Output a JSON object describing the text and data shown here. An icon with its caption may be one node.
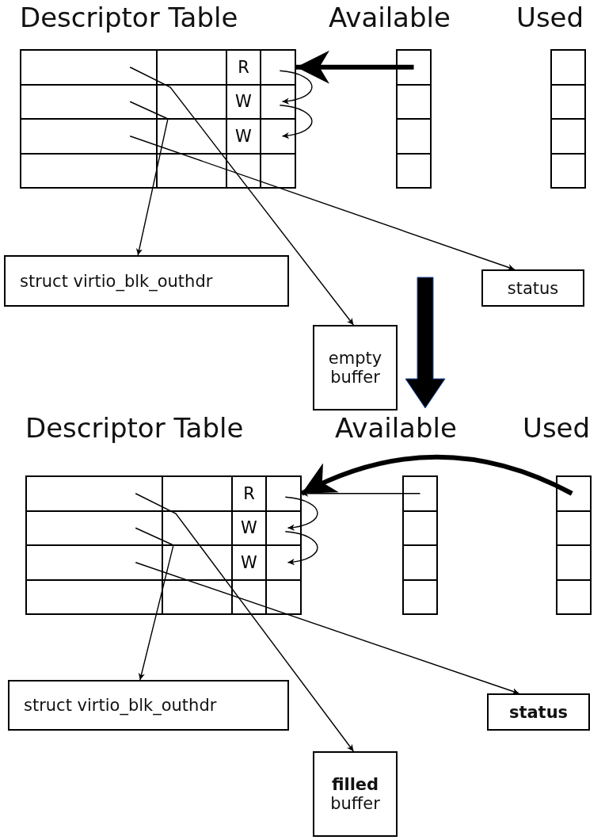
{
  "diagram": {
    "nodes": [
      {
        "text": [
          "Descriptor Table"
        ]
      },
      {
        "text": [],
        "shape": "box",
        "in": 0
      },
      {
        "text": [
          "R"
        ],
        "in": 0
      },
      {
        "text": [],
        "shape": "box",
        "in": 0
      },
      {
        "text": [],
        "shape": "box",
        "in": 0
      },
      {
        "text": [
          "W"
        ],
        "in": 0
      },
      {
        "text": [],
        "shape": "box",
        "in": 0
      },
      {
        "text": [],
        "shape": "box",
        "in": 0
      },
      {
        "text": [
          "W"
        ],
        "in": 0
      },
      {
        "text": [],
        "shape": "box",
        "in": 0
      },
      {
        "text": [
          "Available"
        ]
      },
      {
        "text": [],
        "shape": "box",
        "in": 10
      },
      {
        "text": [
          "Used"
        ]
      },
      {
        "text": [
          "struct virtio_blk_outhdr"
        ]
      },
      {
        "text": [
          "status"
        ]
      },
      {
        "text": [
          "empty buffer"
        ]
      },
      {
        "text": [
          "Descriptor Table"
        ]
      },
      {
        "text": [],
        "shape": "box",
        "in": 16
      },
      {
        "text": [
          "R"
        ],
        "in": 16
      },
      {
        "text": [],
        "shape": "box",
        "in": 16
      },
      {
        "text": [],
        "shape": "box",
        "in": 16
      },
      {
        "text": [
          "W"
        ],
        "in": 16
      },
      {
        "text": [],
        "shape": "box",
        "in": 16
      },
      {
        "text": [],
        "shape": "box",
        "in": 16
      },
      {
        "text": [
          "W"
        ],
        "in": 16
      },
      {
        "text": [],
        "shape": "box",
        "in": 16
      },
      {
        "text": [
          "Available"
        ]
      },
      {
        "text": [],
        "shape": "box",
        "in": 26
      },
      {
        "text": [
          "Used"
        ]
      },
      {
        "text": [],
        "shape": "box",
        "in": 28
      },
      {
        "text": [
          "struct virtio_blk_outhdr"
        ]
      },
      {
        "text": [
          "status"
        ]
      },
      {
        "text": [
          "**filled** buffer"
        ]
      }
    ],
    "edges": [
      {
        "from": 1,
        "to": 15,
        "arrow": "to"
      },
      {
        "from": 4,
        "to": 13,
        "arrow": "to"
      },
      {
        "from": 7,
        "to": 14,
        "arrow": "to"
      },
      {
        "from": 11,
        "to": 3,
        "arrow": "to",
        "style": "thick"
      },
      {
        "from": 3,
        "to": 6,
        "arrow": "to"
      },
      {
        "from": 6,
        "to": 9,
        "arrow": "to"
      },
      {
        "from": 17,
        "to": 32,
        "arrow": "to"
      },
      {
        "from": 20,
        "to": 30,
        "arrow": "to"
      },
      {
        "from": 23,
        "to": 31,
        "arrow": "to"
      },
      {
        "from": 27,
        "to": 19,
        "arrow": "to"
      },
      {
        "from": 29,
        "to": 19,
        "arrow": "to",
        "style": "thick"
      },
      {
        "from": 19,
        "to": 22,
        "arrow": "to"
      },
      {
        "from": 22,
        "to": 25,
        "arrow": "to"
      }
    ]
  }
}
